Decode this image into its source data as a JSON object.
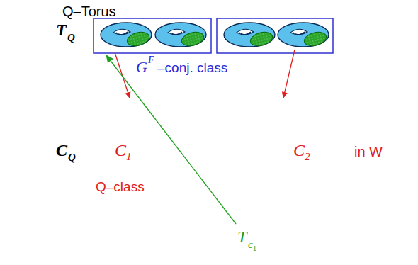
{
  "diagram": {
    "labels": [
      "Q–Torus",
      "T",
      "Q",
      "G",
      "F",
      "–conj. class",
      "C",
      "Q",
      "C",
      "1",
      "Q–class",
      "C",
      "2",
      "in W",
      "T",
      "c",
      "1"
    ]
  }
}
